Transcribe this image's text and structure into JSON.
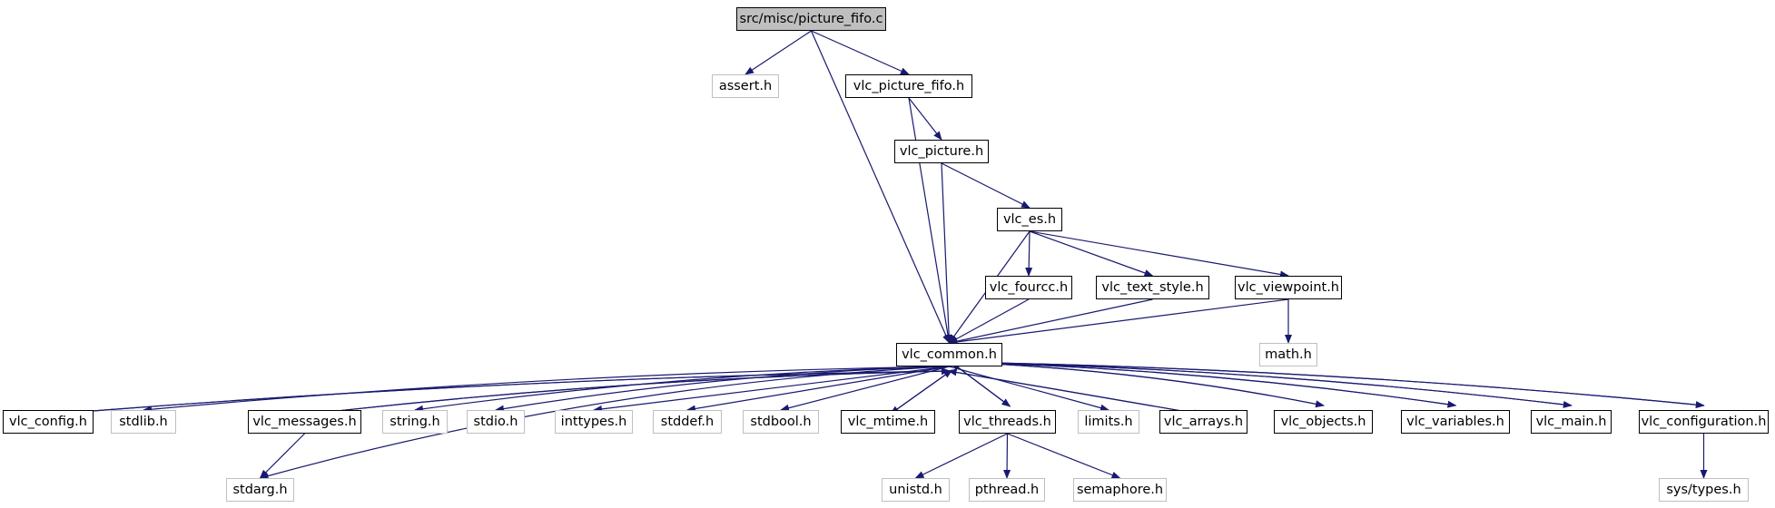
{
  "graph": {
    "nodes": {
      "root": "src/misc/picture_fifo.c",
      "assert": "assert.h",
      "vlc_picture_fifo": "vlc_picture_fifo.h",
      "vlc_picture": "vlc_picture.h",
      "vlc_es": "vlc_es.h",
      "vlc_fourcc": "vlc_fourcc.h",
      "vlc_text_style": "vlc_text_style.h",
      "vlc_viewpoint": "vlc_viewpoint.h",
      "math": "math.h",
      "vlc_common": "vlc_common.h",
      "vlc_config": "vlc_config.h",
      "stdlib": "stdlib.h",
      "vlc_messages": "vlc_messages.h",
      "string": "string.h",
      "stdio": "stdio.h",
      "inttypes": "inttypes.h",
      "stddef": "stddef.h",
      "stdbool": "stdbool.h",
      "vlc_mtime": "vlc_mtime.h",
      "vlc_threads": "vlc_threads.h",
      "limits": "limits.h",
      "vlc_arrays": "vlc_arrays.h",
      "vlc_objects": "vlc_objects.h",
      "vlc_variables": "vlc_variables.h",
      "vlc_main": "vlc_main.h",
      "vlc_configuration": "vlc_configuration.h",
      "stdarg": "stdarg.h",
      "unistd": "unistd.h",
      "pthread": "pthread.h",
      "semaphore": "semaphore.h",
      "sys_types": "sys/types.h"
    },
    "edges": [
      [
        "root",
        "assert"
      ],
      [
        "root",
        "vlc_picture_fifo"
      ],
      [
        "root",
        "vlc_common"
      ],
      [
        "vlc_picture_fifo",
        "vlc_picture"
      ],
      [
        "vlc_picture_fifo",
        "vlc_common"
      ],
      [
        "vlc_picture",
        "vlc_es"
      ],
      [
        "vlc_picture",
        "vlc_common"
      ],
      [
        "vlc_es",
        "vlc_fourcc"
      ],
      [
        "vlc_es",
        "vlc_text_style"
      ],
      [
        "vlc_es",
        "vlc_viewpoint"
      ],
      [
        "vlc_es",
        "vlc_common"
      ],
      [
        "vlc_fourcc",
        "vlc_common"
      ],
      [
        "vlc_text_style",
        "vlc_common"
      ],
      [
        "vlc_viewpoint",
        "math"
      ],
      [
        "vlc_viewpoint",
        "vlc_common"
      ],
      [
        "vlc_common",
        "vlc_config"
      ],
      [
        "vlc_config",
        "vlc_common"
      ],
      [
        "vlc_common",
        "stdlib"
      ],
      [
        "vlc_common",
        "vlc_messages"
      ],
      [
        "vlc_messages",
        "vlc_common"
      ],
      [
        "vlc_common",
        "string"
      ],
      [
        "vlc_common",
        "stdio"
      ],
      [
        "vlc_common",
        "inttypes"
      ],
      [
        "vlc_common",
        "stddef"
      ],
      [
        "vlc_common",
        "stdbool"
      ],
      [
        "vlc_common",
        "vlc_mtime"
      ],
      [
        "vlc_mtime",
        "vlc_common"
      ],
      [
        "vlc_common",
        "vlc_threads"
      ],
      [
        "vlc_threads",
        "vlc_common"
      ],
      [
        "vlc_common",
        "limits"
      ],
      [
        "vlc_common",
        "vlc_arrays"
      ],
      [
        "vlc_arrays",
        "vlc_common"
      ],
      [
        "vlc_common",
        "vlc_objects"
      ],
      [
        "vlc_objects",
        "vlc_common"
      ],
      [
        "vlc_common",
        "vlc_variables"
      ],
      [
        "vlc_variables",
        "vlc_common"
      ],
      [
        "vlc_common",
        "vlc_main"
      ],
      [
        "vlc_main",
        "vlc_common"
      ],
      [
        "vlc_common",
        "vlc_configuration"
      ],
      [
        "vlc_configuration",
        "vlc_common"
      ],
      [
        "vlc_common",
        "stdarg"
      ],
      [
        "vlc_messages",
        "stdarg"
      ],
      [
        "vlc_threads",
        "unistd"
      ],
      [
        "vlc_threads",
        "pthread"
      ],
      [
        "vlc_threads",
        "semaphore"
      ],
      [
        "vlc_configuration",
        "sys_types"
      ]
    ]
  },
  "colors": {
    "edge": "#191970",
    "doc_border": "#000000",
    "sys_border": "#bfbfbf",
    "root_fill": "#bfbfbf"
  }
}
